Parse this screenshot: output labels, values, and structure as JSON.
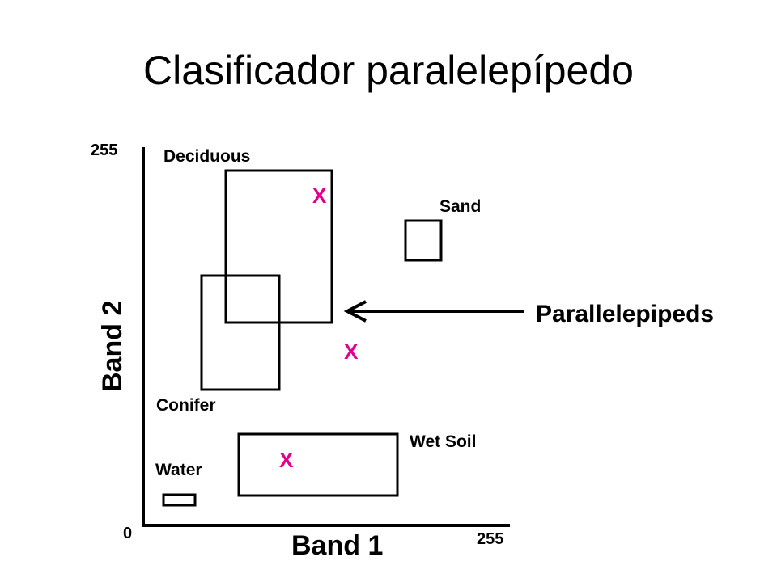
{
  "title": "Clasificador paralelepípedo",
  "axes": {
    "x_label": "Band 1",
    "y_label": "Band 2",
    "y_max_label": "255",
    "x_max_label": "255",
    "origin_label": "0"
  },
  "classes": {
    "deciduous": "Deciduous",
    "sand": "Sand",
    "conifer": "Conifer",
    "wet_soil": "Wet Soil",
    "water": "Water"
  },
  "annotation": "Parallelepipeds",
  "markers": [
    "X",
    "X",
    "X"
  ],
  "colors": {
    "marker": "#e0008c",
    "ink": "#000000"
  }
}
